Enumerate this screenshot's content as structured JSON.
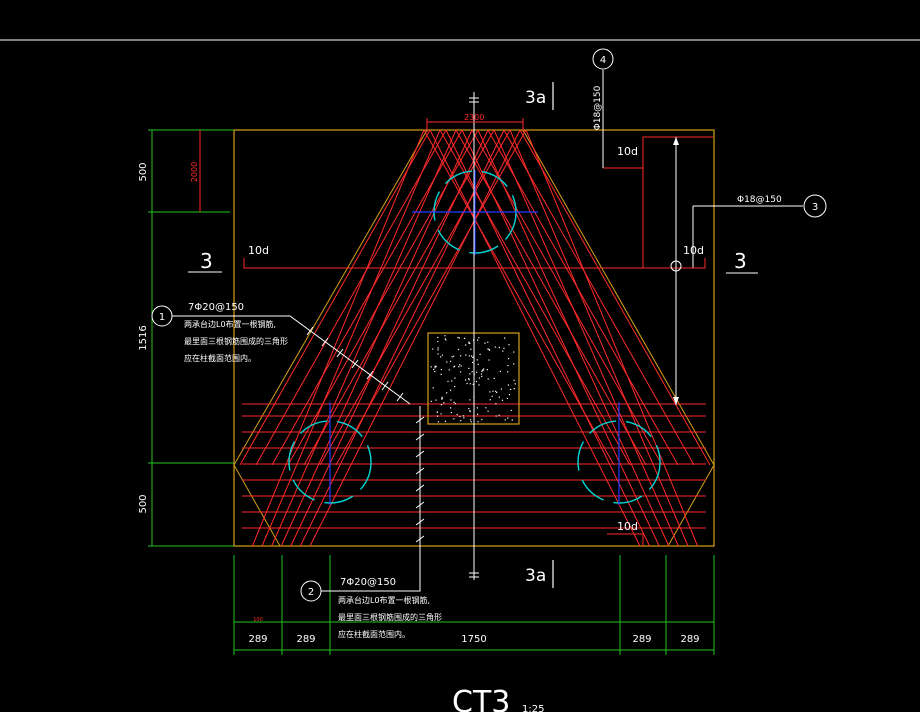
{
  "drawing": {
    "title": "CT3",
    "scale": "1:25",
    "colors": {
      "background": "#000000",
      "outline": "#d4a017",
      "rebar": "#ff2a2a",
      "dimension": "#22c322",
      "text": "#ffffff",
      "pile": "#00d6d6",
      "axis": "#1f3dff",
      "column": "#d4a017"
    },
    "section_marks": {
      "side_left": "3",
      "side_right": "3",
      "top": "3a",
      "bottom": "3a"
    },
    "callouts": [
      {
        "id": "1",
        "spec": "7Φ20@150",
        "notes": [
          "两承台边L0布置一根钢筋,",
          "最里面三根钢筋围成的三角形",
          "应在柱截面范围内。"
        ]
      },
      {
        "id": "2",
        "spec": "7Φ20@150",
        "notes": [
          "两承台边L0布置一根钢筋,",
          "最里面三根钢筋围成的三角形",
          "应在柱截面范围内。"
        ]
      },
      {
        "id": "3",
        "spec": "Φ18@150"
      },
      {
        "id": "4",
        "spec": "Φ18@150"
      }
    ],
    "anchor_labels": [
      "10d",
      "10d",
      "10d",
      "10d"
    ],
    "top_dim": "2300",
    "left_dims": [
      "500",
      "1516",
      "500"
    ],
    "left_inner_dim": "2000",
    "bottom_dims": [
      "289",
      "289",
      "1750",
      "289",
      "289"
    ],
    "bottom_small_label": "100"
  }
}
